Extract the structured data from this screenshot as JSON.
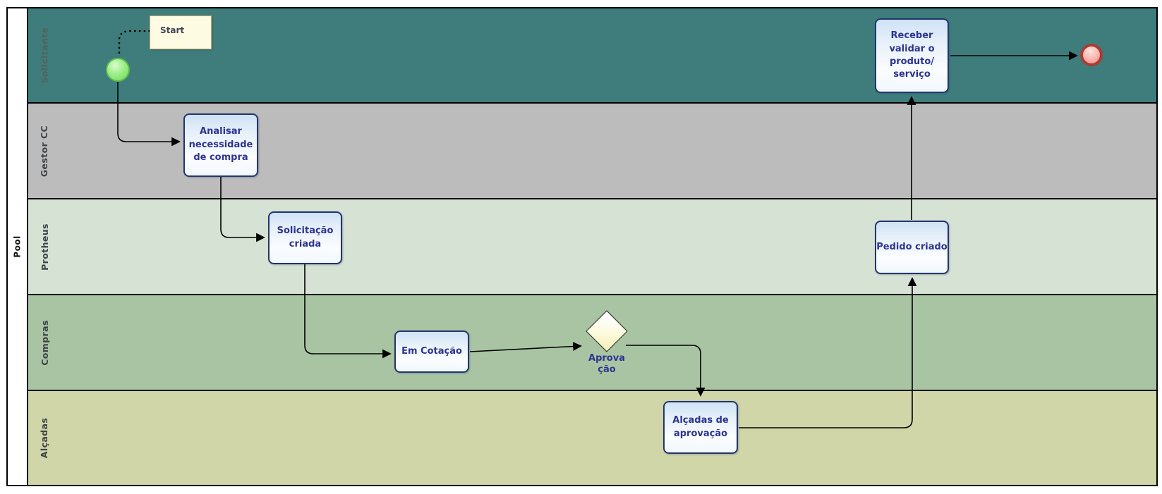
{
  "pool": {
    "label": "Pool"
  },
  "lanes": [
    {
      "label": "Solicitante",
      "color": "#3E7D7B",
      "label_color": "#52625F"
    },
    {
      "label": "Gestor CC",
      "color": "#BCBCBC",
      "label_color": "#3D4347"
    },
    {
      "label": "Protheus",
      "color": "#D6E2D3",
      "label_color": "#3D4347"
    },
    {
      "label": "Compras",
      "color": "#A8C4A2",
      "label_color": "#3D4347"
    },
    {
      "label": "Alçadas",
      "color": "#D0D6A8",
      "label_color": "#3D4347"
    }
  ],
  "nodes": {
    "note_start": {
      "label": "Start"
    },
    "task_analisar": {
      "label": "Analisar\nnecessidade\nde compra"
    },
    "task_solicitacao": {
      "label": "Solicitação\ncriada"
    },
    "task_em_cotacao": {
      "label": "Em Cotação"
    },
    "gateway_aprovacao": {
      "label": "Aprova\nção"
    },
    "task_alcadas": {
      "label": "Alçadas de\naprovação"
    },
    "task_pedido": {
      "label": "Pedido criado"
    },
    "task_receber": {
      "label": "Receber\nvalidar o\nproduto/\nserviço"
    }
  },
  "events": {
    "start": "start-event-green-circle",
    "end": "end-event-red-circle"
  },
  "colors": {
    "task_border": "#24356E",
    "task_text": "#2C3490",
    "task_fill_top": "#CEE2F5",
    "task_fill_bottom": "#FBFDFF",
    "start_fill": "#8BE879",
    "start_border": "#5FB851",
    "end_fill": "#F4948C",
    "end_border": "#A63D35",
    "gateway_fill": "#FAF4C8",
    "gateway_border": "#2B2B2B",
    "note_fill": "#FDFBE2",
    "note_border": "#C9A36B",
    "connector": "#000000"
  }
}
